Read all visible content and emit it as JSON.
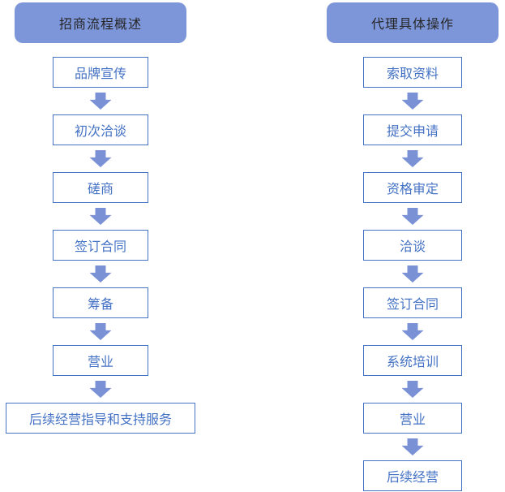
{
  "diagram": {
    "columns": [
      {
        "id": "merchant-process-overview",
        "title": "招商流程概述",
        "steps": [
          "品牌宣传",
          "初次洽谈",
          "磋商",
          "签订合同",
          "筹备",
          "营业",
          "后续经营指导和支持服务"
        ],
        "wide_last": true
      },
      {
        "id": "agent-operations",
        "title": "代理具体操作",
        "steps": [
          "索取资料",
          "提交申请",
          "资格审定",
          "洽谈",
          "签订合同",
          "系统培训",
          "营业",
          "后续经营"
        ],
        "wide_last": false
      }
    ]
  },
  "colors": {
    "header_fill": "#7D96D9",
    "header_text": "#262626",
    "box_border": "#4472C4",
    "box_text": "#4472C4",
    "arrow_fill": "#7B91D5",
    "background": "#FFFFFF"
  }
}
